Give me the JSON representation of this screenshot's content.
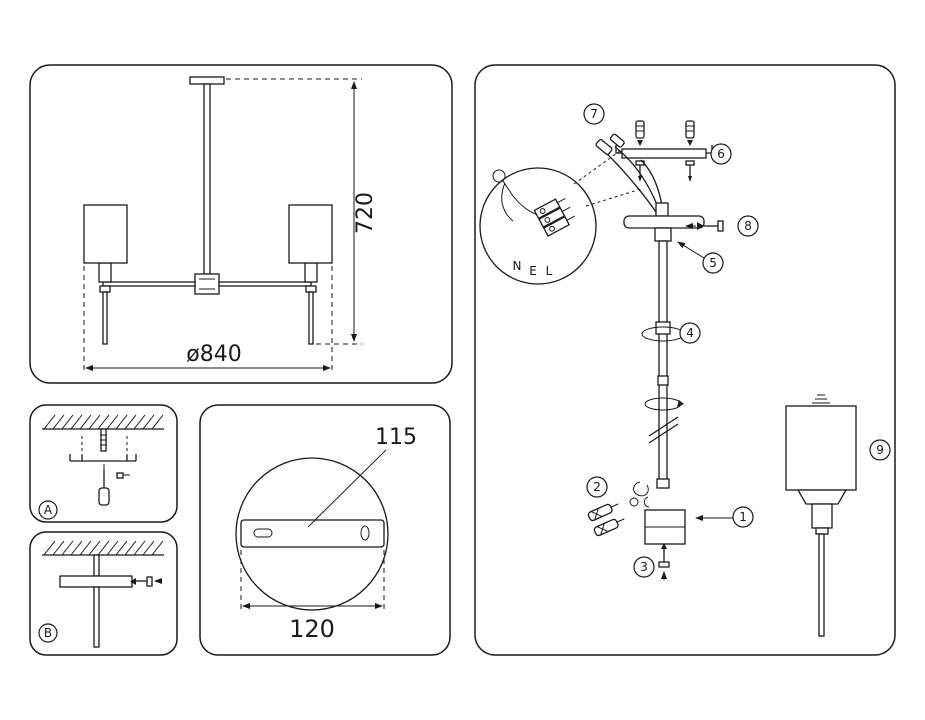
{
  "doc": {
    "background": "#ffffff",
    "line_color": "#1a1a1a"
  },
  "chandelier_panel": {
    "dim_height": "720",
    "dim_diameter": "ø840"
  },
  "step_panels": {
    "a_label": "A",
    "b_label": "B"
  },
  "plate_panel": {
    "dim_slot": "115",
    "dim_width": "120"
  },
  "assembly_panel": {
    "part_labels": [
      "1",
      "2",
      "3",
      "4",
      "5",
      "6",
      "7",
      "8",
      "9"
    ],
    "wire_terminals": [
      "N",
      "E",
      "L"
    ]
  }
}
